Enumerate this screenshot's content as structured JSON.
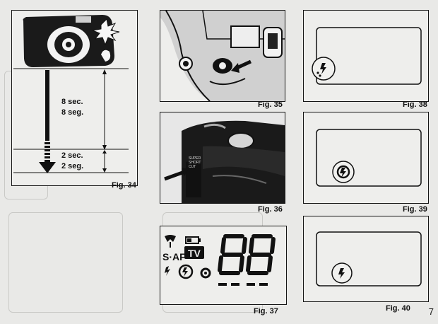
{
  "page_number": "7",
  "figures": {
    "fig34": {
      "caption": "Fig. 34",
      "timing": {
        "long": {
          "en": "8 sec.",
          "es": "8 seg."
        },
        "short": {
          "en": "2 sec.",
          "es": "2 seg."
        }
      }
    },
    "fig35": {
      "caption": "Fig. 35"
    },
    "fig36": {
      "caption": "Fig. 36",
      "button_text": [
        "SUPER",
        "SHORT",
        "CUT"
      ]
    },
    "fig37": {
      "caption": "Fig. 37",
      "lcd": {
        "af_mode": "S·AF",
        "tv_badge": "TV",
        "digits": "88"
      }
    },
    "fig38": {
      "caption": "Fig. 38"
    },
    "fig39": {
      "caption": "Fig. 39"
    },
    "fig40": {
      "caption": "Fig. 40"
    }
  }
}
